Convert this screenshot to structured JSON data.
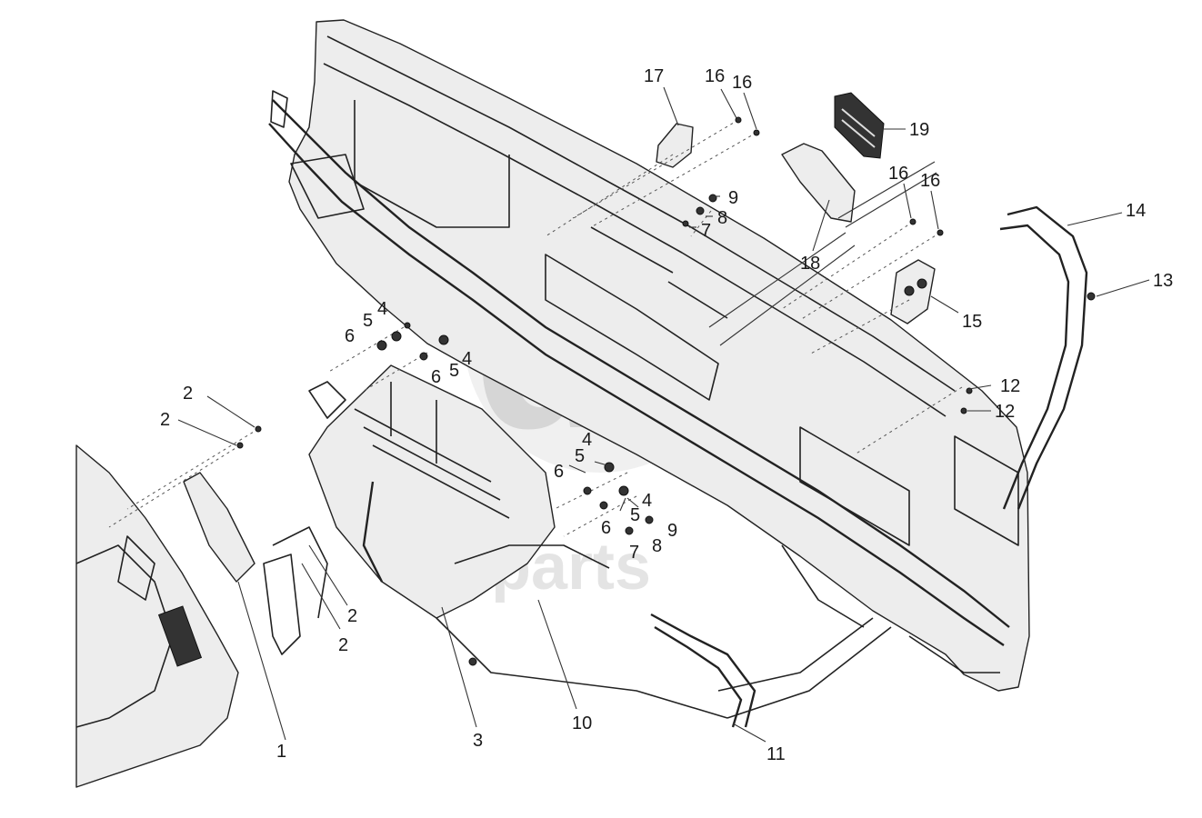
{
  "watermark": {
    "logo_text": "db",
    "text": "d   -parts"
  },
  "callouts": [
    {
      "id": "c17",
      "text": "17"
    },
    {
      "id": "c16a",
      "text": "16"
    },
    {
      "id": "c16b",
      "text": "16"
    },
    {
      "id": "c19",
      "text": "19"
    },
    {
      "id": "c9a",
      "text": "9"
    },
    {
      "id": "c8a",
      "text": "8"
    },
    {
      "id": "c7a",
      "text": "7"
    },
    {
      "id": "c16c",
      "text": "16"
    },
    {
      "id": "c16d",
      "text": "16"
    },
    {
      "id": "c14",
      "text": "14"
    },
    {
      "id": "c18",
      "text": "18"
    },
    {
      "id": "c13",
      "text": "13"
    },
    {
      "id": "c15",
      "text": "15"
    },
    {
      "id": "c4a",
      "text": "4"
    },
    {
      "id": "c5a",
      "text": "5"
    },
    {
      "id": "c6a",
      "text": "6"
    },
    {
      "id": "c5b",
      "text": "5"
    },
    {
      "id": "c4b",
      "text": "4"
    },
    {
      "id": "c6b",
      "text": "6"
    },
    {
      "id": "c12a",
      "text": "12"
    },
    {
      "id": "c12b",
      "text": "12"
    },
    {
      "id": "c2a",
      "text": "2"
    },
    {
      "id": "c2b",
      "text": "2"
    },
    {
      "id": "c4c",
      "text": "4"
    },
    {
      "id": "c5c",
      "text": "5"
    },
    {
      "id": "c6c",
      "text": "6"
    },
    {
      "id": "c4d",
      "text": "4"
    },
    {
      "id": "c5d",
      "text": "5"
    },
    {
      "id": "c6d",
      "text": "6"
    },
    {
      "id": "c9b",
      "text": "9"
    },
    {
      "id": "c8b",
      "text": "8"
    },
    {
      "id": "c7b",
      "text": "7"
    },
    {
      "id": "c2c",
      "text": "2"
    },
    {
      "id": "c2d",
      "text": "2"
    },
    {
      "id": "c10",
      "text": "10"
    },
    {
      "id": "c1",
      "text": "1"
    },
    {
      "id": "c3",
      "text": "3"
    },
    {
      "id": "c11",
      "text": "11"
    }
  ]
}
